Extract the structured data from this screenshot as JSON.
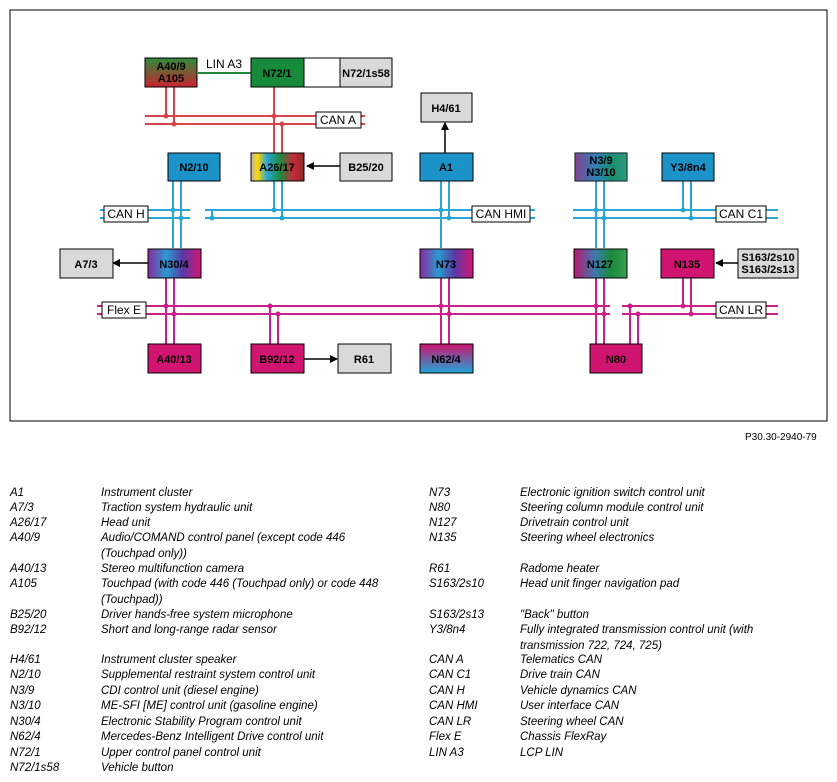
{
  "figure_code": "P30.30-2940-79",
  "colors": {
    "can_a": "#d6454a",
    "can_h": "#2aa6d6",
    "flexray": "#cc1f8a",
    "lin": "#1a8a3a",
    "module_blue": "#1b93c9",
    "module_green": "#188a3c",
    "module_magenta": "#d0146f",
    "module_gray": "#d9d9d9"
  },
  "buses": {
    "can_a": "CAN A",
    "can_h": "CAN H",
    "can_hmi": "CAN HMI",
    "can_c1": "CAN C1",
    "flex_e": "Flex E",
    "can_lr": "CAN LR",
    "lin_a3": "LIN A3"
  },
  "modules": {
    "a40_9": "A40/9",
    "a105": "A105",
    "n72_1": "N72/1",
    "n72_1s58": "N72/1s58",
    "h4_61": "H4/61",
    "n2_10": "N2/10",
    "a26_17": "A26/17",
    "b25_20": "B25/20",
    "a1": "A1",
    "n3_9": "N3/9",
    "n3_10": "N3/10",
    "y3_8n4": "Y3/8n4",
    "a7_3": "A7/3",
    "n30_4": "N30/4",
    "n73": "N73",
    "n127": "N127",
    "n135": "N135",
    "s163_2s10": "S163/2s10",
    "s163_2s13": "S163/2s13",
    "a40_13": "A40/13",
    "b92_12": "B92/12",
    "r61": "R61",
    "n62_4": "N62/4",
    "n80": "N80"
  },
  "legend": {
    "left": [
      {
        "code": "A1",
        "desc": "Instrument cluster"
      },
      {
        "code": "A7/3",
        "desc": "Traction system hydraulic unit"
      },
      {
        "code": "A26/17",
        "desc": "Head unit"
      },
      {
        "code": "A40/9",
        "desc": "Audio/COMAND control panel (except code 446 (Touchpad only))"
      },
      {
        "code": "A40/13",
        "desc": "Stereo multifunction camera"
      },
      {
        "code": "A105",
        "desc": "Touchpad (with code 446 (Touchpad only) or code 448 (Touchpad))"
      },
      {
        "code": "B25/20",
        "desc": "Driver hands-free system microphone"
      },
      {
        "code": "B92/12",
        "desc": "Short and long-range radar sensor"
      },
      {
        "code": "H4/61",
        "desc": "Instrument cluster speaker"
      },
      {
        "code": "N2/10",
        "desc": "Supplemental restraint system control unit"
      },
      {
        "code": "N3/9",
        "desc": "CDI control unit (diesel engine)"
      },
      {
        "code": "N3/10",
        "desc": "ME-SFI [ME] control unit (gasoline engine)"
      },
      {
        "code": "N30/4",
        "desc": "Electronic Stability Program control unit"
      },
      {
        "code": "N62/4",
        "desc": "Mercedes-Benz Intelligent Drive control unit"
      },
      {
        "code": "N72/1",
        "desc": "Upper control panel control unit"
      },
      {
        "code": "N72/1s58",
        "desc": "Vehicle button"
      }
    ],
    "right": [
      {
        "code": "N73",
        "desc": "Electronic ignition switch control unit"
      },
      {
        "code": "N80",
        "desc": "Steering column module control unit"
      },
      {
        "code": "N127",
        "desc": "Drivetrain control unit"
      },
      {
        "code": "N135",
        "desc": "Steering wheel electronics"
      },
      {
        "code": "R61",
        "desc": "Radome heater"
      },
      {
        "code": "S163/2s10",
        "desc": "Head unit finger navigation pad"
      },
      {
        "code": "S163/2s13",
        "desc": "\"Back\" button"
      },
      {
        "code": "Y3/8n4",
        "desc": "Fully integrated transmission control unit (with transmission 722, 724, 725)"
      },
      {
        "code": "CAN A",
        "desc": "Telematics CAN"
      },
      {
        "code": "CAN C1",
        "desc": "Drive train CAN"
      },
      {
        "code": "CAN H",
        "desc": "Vehicle dynamics CAN"
      },
      {
        "code": "CAN HMI",
        "desc": "User interface CAN"
      },
      {
        "code": "CAN LR",
        "desc": "Steering wheel CAN"
      },
      {
        "code": "Flex E",
        "desc": "Chassis FlexRay"
      },
      {
        "code": "LIN A3",
        "desc": "LCP LIN"
      }
    ]
  }
}
